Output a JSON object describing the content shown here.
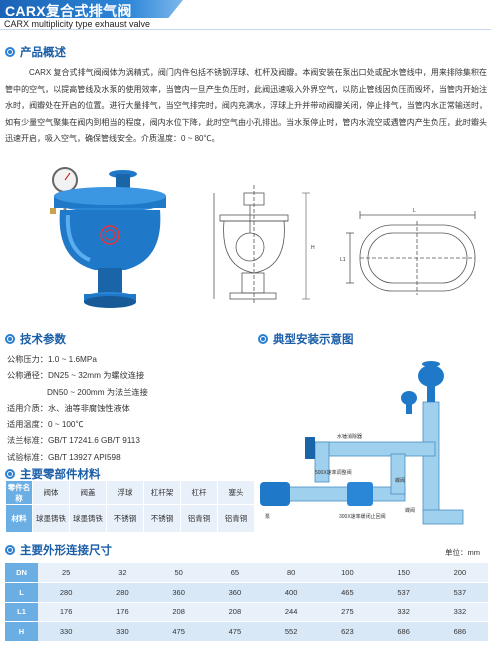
{
  "header": {
    "title": "CARX复合式排气阀",
    "subtitle": "CARX multiplicity type exhaust valve"
  },
  "overview": {
    "heading": "产品概述",
    "text": "CARX 复合式排气阀阀体为涡精式，阀门内件包括不锈钢浮球、杠杆及阀瓣。本阀安装在泵出口处或配水管线中，用来排除集积在管中的空气，以提高管线及水泵的使用效率，当管内一旦产生负压时，此阀迅速吸入外界空气，以防止管线因负压而毁坏，当管内开始注水时，阀瓣处在开启的位置。进行大量排气，当空气排完时，阀内充满水，浮球上升并带动阀瓣关闭，停止排气，当管内水正常输送时，如有少量空气聚集在阀内到相当的程度，阀内水位下降，此时空气由小孔排出。当水泵停止时，管内水流空或遇管内产生负压，此时瓣头迅速开启，吸入空气，确保管线安全。介质温度：0 ~ 80℃。"
  },
  "drawing_labels": {
    "L": "L",
    "H": "H",
    "L1": "L1"
  },
  "tech": {
    "heading": "技术参数",
    "lines": [
      "公称压力：1.0 ~ 1.6MPa",
      "公称通径：DN25 ~ 32mm 为螺纹连接",
      "DN50 ~ 200mm 为法兰连接",
      "适用介质：水、油等非腐蚀性液体",
      "适用温度：0 ~ 100℃",
      "法兰标准：GB/T 17241.6  GB/T 9113",
      "试验标准：GB/T 13927  API598"
    ]
  },
  "install": {
    "heading": "典型安装示意图",
    "labels": [
      "水锤消除器",
      "500X速率调整阀",
      "蝶阀",
      "泵",
      "300X速率缓闭止回阀",
      "蝶阀"
    ]
  },
  "materials": {
    "heading": "主要零部件材料",
    "row_part_label": "零件名称",
    "row_mat_label": "材料",
    "parts": [
      "阀体",
      "阀盖",
      "浮球",
      "杠杆架",
      "杠杆",
      "塞头"
    ],
    "mats": [
      "球墨铸铁",
      "球墨铸铁",
      "不锈钢",
      "不锈钢",
      "铝青铜",
      "铝青铜"
    ]
  },
  "dimensions": {
    "heading": "主要外形连接尺寸",
    "unit": "单位：mm",
    "rows": [
      {
        "label": "DN",
        "values": [
          "25",
          "32",
          "50",
          "65",
          "80",
          "100",
          "150",
          "200"
        ]
      },
      {
        "label": "L",
        "values": [
          "280",
          "280",
          "360",
          "360",
          "400",
          "465",
          "537",
          "537"
        ]
      },
      {
        "label": "L1",
        "values": [
          "176",
          "176",
          "208",
          "208",
          "244",
          "275",
          "332",
          "332"
        ]
      },
      {
        "label": "H",
        "values": [
          "330",
          "330",
          "475",
          "475",
          "552",
          "623",
          "686",
          "686"
        ]
      }
    ]
  },
  "colors": {
    "accent": "#1a5ea8",
    "table_header": "#6aaee4",
    "valve_blue": "#1f78c8"
  }
}
